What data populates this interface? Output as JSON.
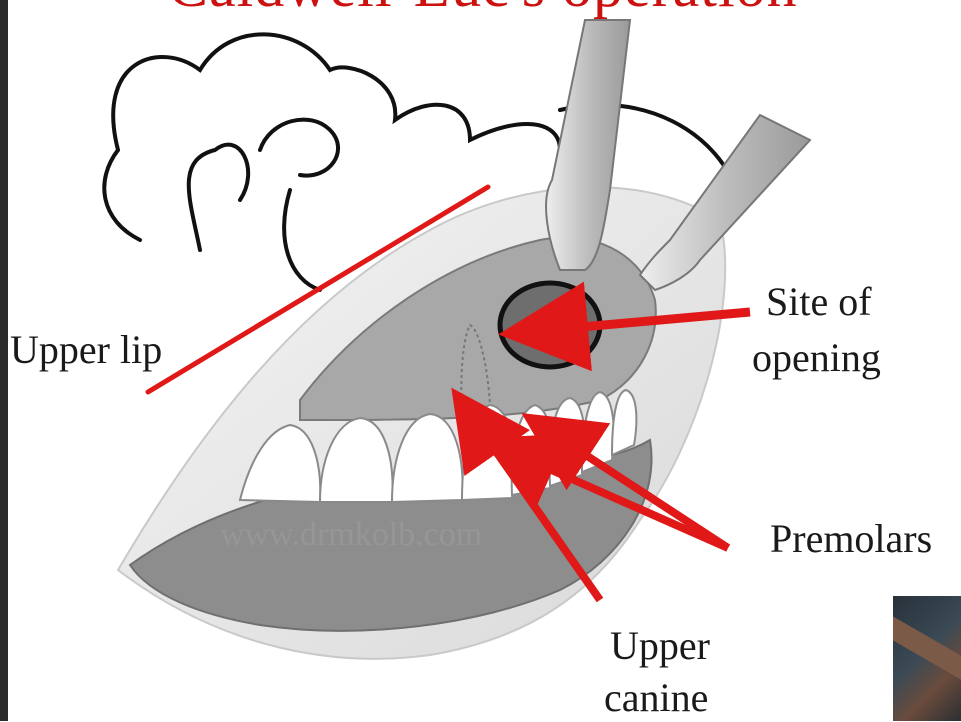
{
  "diagram": {
    "title_fragment": "Caldwell-Luc's operation",
    "watermark": "www.drmkolb.com",
    "labels": {
      "upper_lip": "Upper lip",
      "site_of_opening_line1": "Site of",
      "site_of_opening_line2": "opening",
      "premolars": "Premolars",
      "upper_canine_line1": "Upper",
      "upper_canine_line2": "canine"
    },
    "colors": {
      "title": "#cc1111",
      "arrows": "#e01818",
      "gum": "#8a8a8a",
      "outline": "#111111"
    }
  }
}
